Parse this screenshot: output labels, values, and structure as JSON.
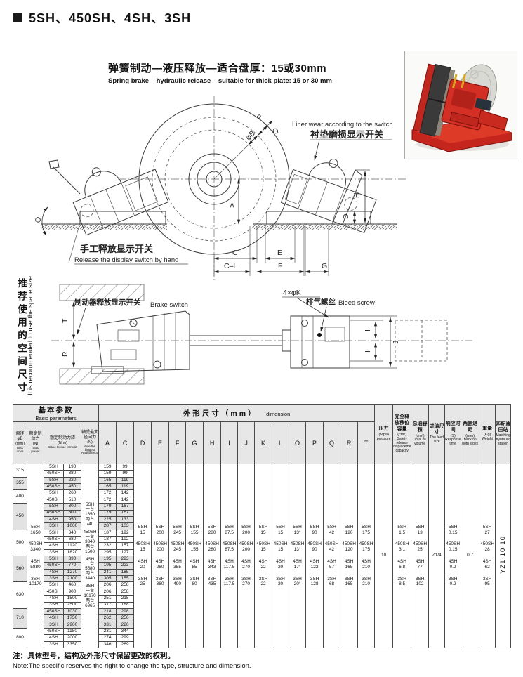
{
  "page": {
    "title": "5SH、450SH、4SH、3SH",
    "subtitle_zh": "弹簧制动—液压释放—适合盘厚：15或30mm",
    "subtitle_en": "Spring brake – hydraulic release – suitable for thick plate: 15 or 30 mm",
    "note_zh": "注：具体型号，结构及外形尺寸保留更改的权利。",
    "note_en": "Note:The specific reserves the right to change the type, structure and dimension."
  },
  "drawing": {
    "labels": {
      "liner_en": "Liner wear according to the switch",
      "liner_zh": "衬垫磨损显示开关",
      "hand_zh": "手工释放显示开关",
      "hand_en": "Release the display switch by hand",
      "brake_zh": "制动器释放显示开关",
      "brake_en": "Brake switch",
      "bleed_zh": "排气螺丝",
      "bleed_en": "Bleed screw",
      "space_zh": "推荐使用的空间尺寸",
      "space_en": "It is recommended to use the space size"
    },
    "dims": {
      "phiB": "φB",
      "P": "P",
      "Q": "Q",
      "A": "A",
      "H": "H",
      "D": "D",
      "O": "O",
      "C": "C",
      "E": "E",
      "CL": "C–L",
      "F": "F",
      "G": "G",
      "T": "T",
      "R": "R",
      "I": "I",
      "J": "J",
      "boltK": "4×φK"
    }
  },
  "photo": {
    "body_color": "#cf2b23",
    "pad_color": "#3a3a3a",
    "disc_color": "#d9d9d4"
  },
  "table": {
    "header_row1": {
      "basic_zh": "基本参数",
      "basic_en": "Basic parameters",
      "dim_zh": "外形尺寸（mm）",
      "dim_en": "dimension"
    },
    "headers": {
      "disk": {
        "zh": "盘径",
        "sym": "φB",
        "unit": "(mm)",
        "en": "Disk drive"
      },
      "rated": {
        "zh": "额定制动力",
        "unit": "(N)",
        "en": "rated power"
      },
      "torque": {
        "zh": "额定制动力矩",
        "unit": "(N·m)",
        "en": "Brake torque formula"
      },
      "radial": {
        "zh": "轴受最大径向力",
        "unit": "(N)",
        "en": "Axle the biggest Radial force"
      },
      "pressure": {
        "zh": "压力",
        "unit": "(Mpa)",
        "en": "pressure"
      },
      "release": {
        "zh": "完全释放移位容量",
        "unit": "(cm³)",
        "en": "Safety release displacement capacity"
      },
      "oil": {
        "zh": "总油容积",
        "unit": "(cm³)",
        "en": "Total oil volume"
      },
      "feed": {
        "zh": "进油尺寸",
        "en": "The feed size"
      },
      "response": {
        "zh": "响应时间",
        "unit": "(S)",
        "en": "Response time"
      },
      "back": {
        "zh": "两侧退距",
        "unit": "(mm)",
        "en": "Back on both sides"
      },
      "weight": {
        "zh": "重量",
        "unit": "(Kg)",
        "en": "Weight"
      },
      "station": {
        "zh": "匹配液压站",
        "en": "Matching hydraulic station"
      }
    },
    "letters": [
      "A",
      "C",
      "D",
      "E",
      "F",
      "G",
      "H",
      "I",
      "J",
      "K",
      "L",
      "O",
      "P",
      "Q",
      "R",
      "T"
    ],
    "groups": [
      {
        "disk": "315",
        "rows": [
          [
            "5SH",
            "190",
            "159",
            "99"
          ],
          [
            "450SH",
            "380",
            "159",
            "99"
          ]
        ]
      },
      {
        "disk": "355",
        "rows": [
          [
            "5SH",
            "220",
            "165",
            "119"
          ],
          [
            "450SH",
            "450",
            "165",
            "119"
          ]
        ]
      },
      {
        "disk": "400",
        "rows": [
          [
            "5SH",
            "260",
            "172",
            "142"
          ],
          [
            "450SH",
            "510",
            "172",
            "142"
          ]
        ]
      },
      {
        "disk": "450",
        "rows": [
          [
            "5SH",
            "300",
            "179",
            "167"
          ],
          [
            "450SH",
            "600",
            "179",
            "167"
          ],
          [
            "4SH",
            "950",
            "225",
            "133"
          ],
          [
            "3SH",
            "1600",
            "287",
            "103"
          ]
        ]
      },
      {
        "disk": "500",
        "rows": [
          [
            "5SH",
            "340",
            "187",
            "192"
          ],
          [
            "450SH",
            "680",
            "187",
            "192"
          ],
          [
            "4SH",
            "1120",
            "232",
            "157"
          ],
          [
            "3SH",
            "1820",
            "295",
            "127"
          ]
        ]
      },
      {
        "disk": "560",
        "rows": [
          [
            "5SH",
            "390",
            "195",
            "223"
          ],
          [
            "450SH",
            "770",
            "195",
            "223"
          ],
          [
            "4SH",
            "1270",
            "241",
            "185"
          ],
          [
            "3SH",
            "2100",
            "305",
            "155"
          ]
        ]
      },
      {
        "disk": "630",
        "rows": [
          [
            "5SH",
            "460",
            "206",
            "258"
          ],
          [
            "450SH",
            "900",
            "206",
            "258"
          ],
          [
            "4SH",
            "1500",
            "251",
            "218"
          ],
          [
            "3SH",
            "2500",
            "317",
            "188"
          ]
        ]
      },
      {
        "disk": "710",
        "rows": [
          [
            "450SH",
            "1030",
            "218",
            "298"
          ],
          [
            "4SH",
            "1750",
            "262",
            "256"
          ],
          [
            "3SH",
            "2900",
            "331",
            "226"
          ]
        ]
      },
      {
        "disk": "800",
        "rows": [
          [
            "450SH",
            "1180",
            "231",
            "344"
          ],
          [
            "4SH",
            "2000",
            "274",
            "299"
          ],
          [
            "3SH",
            "3350",
            "346",
            "269"
          ]
        ]
      }
    ],
    "rated_force": [
      [
        "5SH",
        "1650"
      ],
      [
        "450SH",
        "3340"
      ],
      [
        "4SH",
        "5880"
      ],
      [
        "3SH",
        "10170"
      ]
    ],
    "radial_force": [
      [
        "5SH",
        "一台",
        "1650",
        "两台",
        "740"
      ],
      [
        "450SH",
        "一台",
        "3340",
        "两台",
        "1500"
      ],
      [
        "4SH",
        "一台",
        "5580",
        "两台",
        "3440"
      ],
      [
        "3SH",
        "一台",
        "10170",
        "两台",
        "6965"
      ]
    ],
    "merged_columns": [
      {
        "letter": "D",
        "entries": [
          [
            "5SH",
            "15"
          ],
          [
            "450SH",
            "15"
          ],
          [
            "4SH",
            "20"
          ],
          [
            "3SH",
            "25"
          ]
        ]
      },
      {
        "letter": "E",
        "entries": [
          [
            "5SH",
            "200"
          ],
          [
            "450SH",
            "200"
          ],
          [
            "4SH",
            "260"
          ],
          [
            "3SH",
            "360"
          ]
        ]
      },
      {
        "letter": "F",
        "entries": [
          [
            "5SH",
            "245"
          ],
          [
            "450SH",
            "245"
          ],
          [
            "4SH",
            "355"
          ],
          [
            "3SH",
            "490"
          ]
        ]
      },
      {
        "letter": "G",
        "entries": [
          [
            "5SH",
            "155"
          ],
          [
            "450SH",
            "155"
          ],
          [
            "4SH",
            "85"
          ],
          [
            "3SH",
            "80"
          ]
        ]
      },
      {
        "letter": "H",
        "entries": [
          [
            "5SH",
            "280"
          ],
          [
            "450SH",
            "280"
          ],
          [
            "4SH",
            "343"
          ],
          [
            "3SH",
            "435"
          ]
        ]
      },
      {
        "letter": "I",
        "entries": [
          [
            "5SH",
            "87.5"
          ],
          [
            "450SH",
            "87.5"
          ],
          [
            "4SH",
            "117.5"
          ],
          [
            "3SH",
            "117.5"
          ]
        ]
      },
      {
        "letter": "J",
        "entries": [
          [
            "5SH",
            "200"
          ],
          [
            "450SH",
            "200"
          ],
          [
            "4SH",
            "270"
          ],
          [
            "3SH",
            "270"
          ]
        ]
      },
      {
        "letter": "K",
        "entries": [
          [
            "5SH",
            "15"
          ],
          [
            "450SH",
            "15"
          ],
          [
            "4SH",
            "22"
          ],
          [
            "3SH",
            "22"
          ]
        ]
      },
      {
        "letter": "L",
        "entries": [
          [
            "5SH",
            "15"
          ],
          [
            "450SH",
            "15"
          ],
          [
            "4SH",
            "20"
          ],
          [
            "3SH",
            "20"
          ]
        ]
      },
      {
        "letter": "O",
        "entries": [
          [
            "5SH",
            "13°"
          ],
          [
            "450SH",
            "13°"
          ],
          [
            "4SH",
            "17°"
          ],
          [
            "3SH",
            "20°"
          ]
        ]
      },
      {
        "letter": "P",
        "entries": [
          [
            "5SH",
            "90"
          ],
          [
            "450SH",
            "90"
          ],
          [
            "4SH",
            "122"
          ],
          [
            "3SH",
            "128"
          ]
        ]
      },
      {
        "letter": "Q",
        "entries": [
          [
            "5SH",
            "42"
          ],
          [
            "450SH",
            "42"
          ],
          [
            "4SH",
            "57"
          ],
          [
            "3SH",
            "68"
          ]
        ]
      },
      {
        "letter": "R",
        "entries": [
          [
            "5SH",
            "120"
          ],
          [
            "450SH",
            "120"
          ],
          [
            "4SH",
            "165"
          ],
          [
            "3SH",
            "165"
          ]
        ]
      },
      {
        "letter": "T",
        "entries": [
          [
            "5SH",
            "175"
          ],
          [
            "450SH",
            "175"
          ],
          [
            "4SH",
            "210"
          ],
          [
            "3SH",
            "210"
          ]
        ]
      }
    ],
    "pressure": "10",
    "release_capacity": [
      [
        "5SH",
        "1.5"
      ],
      [
        "450SH",
        "3.1"
      ],
      [
        "4SH",
        "6.8"
      ],
      [
        "3SH",
        "8.5"
      ]
    ],
    "oil_volume": [
      [
        "5SH",
        "13"
      ],
      [
        "450SH",
        "25"
      ],
      [
        "4SH",
        "77"
      ],
      [
        "3SH",
        "102"
      ]
    ],
    "feed_size": "Z1/4",
    "response_time": [
      [
        "5SH",
        "0.15"
      ],
      [
        "450SH",
        "0.15"
      ],
      [
        "4SH",
        "0.2"
      ],
      [
        "3SH",
        "0.2"
      ]
    ],
    "back_distance": "0.7",
    "weights": [
      [
        "5SH",
        "27"
      ],
      [
        "450SH",
        "28"
      ],
      [
        "4SH",
        "62"
      ],
      [
        "3SH",
        "95"
      ]
    ],
    "station_value": "YZ1-10-10"
  }
}
